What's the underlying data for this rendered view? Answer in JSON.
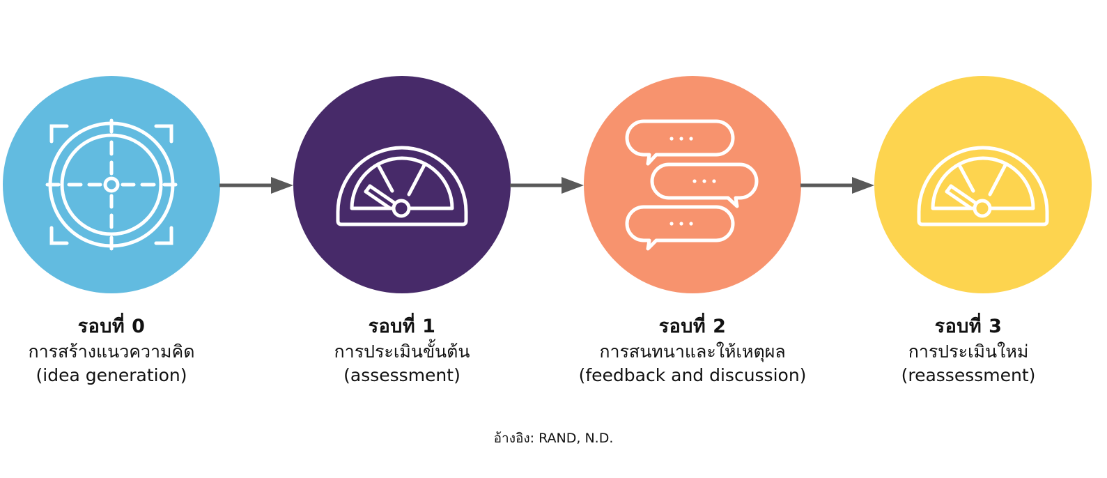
{
  "stages": [
    {
      "title": "รอบที่ 0",
      "thai": "การสร้างแนวความคิด",
      "english": "(idea generation)",
      "color": "#62bbe0",
      "icon": "crosshair-target-icon"
    },
    {
      "title": "รอบที่ 1",
      "thai": "การประเมินขั้นต้น",
      "english": "(assessment)",
      "color": "#472a69",
      "icon": "gauge-meter-icon"
    },
    {
      "title": "รอบที่ 2",
      "thai": "การสนทนาและให้เหตุผล",
      "english": "(feedback and discussion)",
      "color": "#f7936e",
      "icon": "chat-bubbles-icon"
    },
    {
      "title": "รอบที่ 3",
      "thai": "การประเมินใหม่",
      "english": "(reassessment)",
      "color": "#fdd44f",
      "icon": "gauge-meter-icon"
    }
  ],
  "arrow_color": "#595959",
  "source": "อ้างอิง: RAND, N.D."
}
